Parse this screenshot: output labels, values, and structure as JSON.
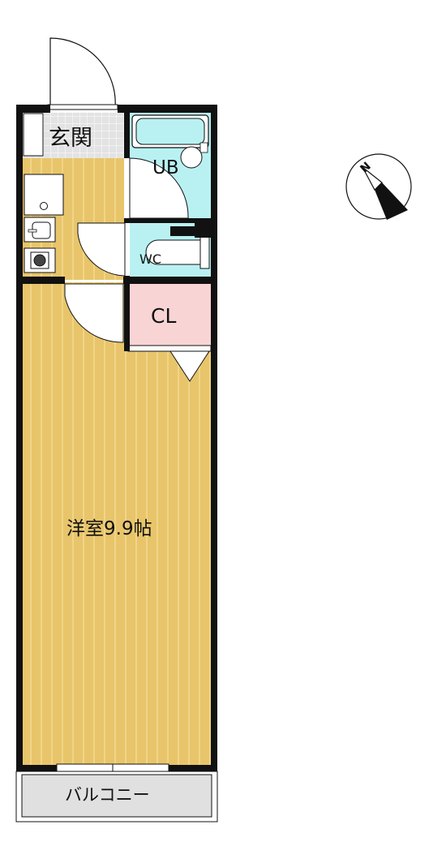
{
  "rooms": {
    "genkan": "玄関",
    "unit_bath": "UB",
    "toilet": "WC",
    "closet": "CL",
    "western_room": "洋室9.9帖",
    "balcony": "バルコニー"
  },
  "compass": {
    "north_letter": "N"
  },
  "colors": {
    "floor_wood": "#e8c56a",
    "floor_wood_line": "#f4dc95",
    "water_area": "#b9f1f3",
    "closet": "#f9d4d4",
    "balcony": "#e0e0e0",
    "genkan_tile": "#e3e3e3",
    "wall": "#111111"
  }
}
